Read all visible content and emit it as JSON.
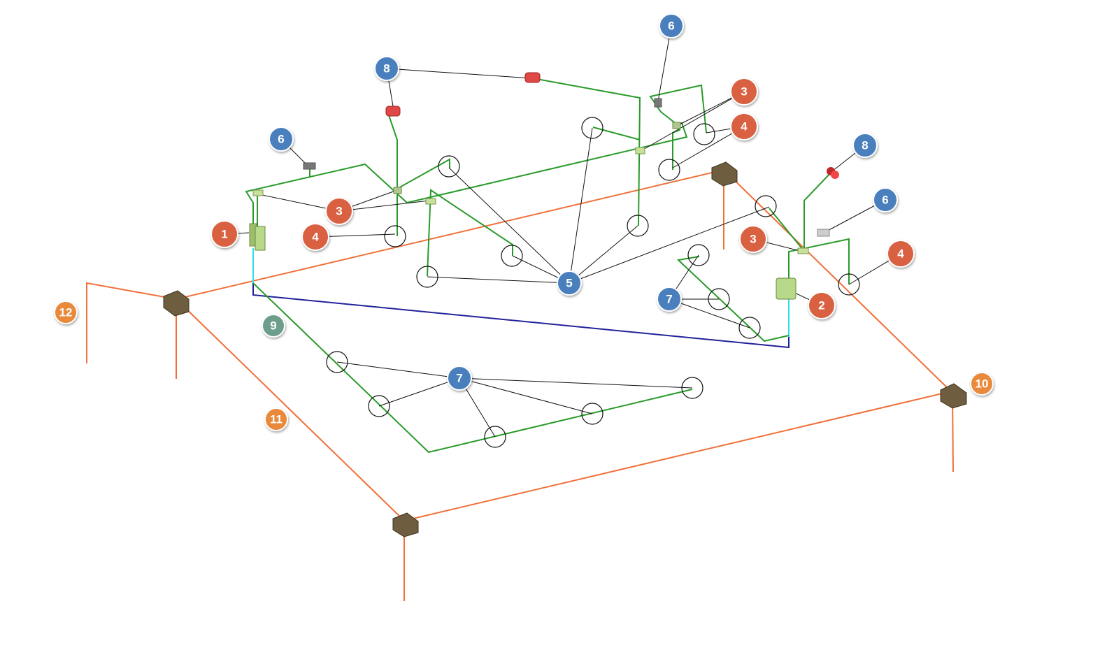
{
  "colors": {
    "red_badge": "#d9613f",
    "blue_badge": "#4a7fbd",
    "orange_badge": "#e8893a",
    "teal_badge": "#6d9e8b",
    "pipe_green": "#2a9a2a",
    "pipe_orange": "#f0703a",
    "pipe_blue": "#22229a",
    "pipe_cyan": "#2de0e8"
  },
  "badges": {
    "b6a": "6",
    "b8a": "8",
    "b3a": "3",
    "b4a": "4",
    "b6b": "6",
    "b8b": "8",
    "b3b": "3",
    "b1": "1",
    "b4b": "4",
    "b6c": "6",
    "b3c": "3",
    "b4c": "4",
    "b5": "5",
    "b7a": "7",
    "b2": "2",
    "b12": "12",
    "b9": "9",
    "b7b": "7",
    "b11": "11",
    "b10": "10"
  }
}
